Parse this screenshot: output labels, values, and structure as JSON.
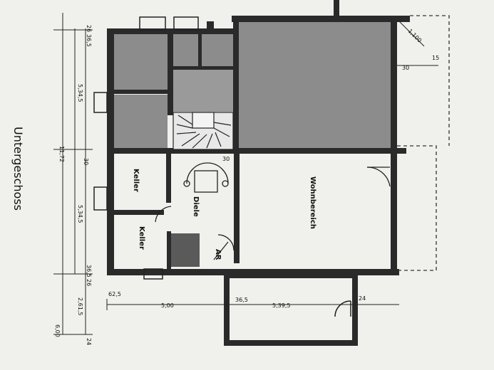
{
  "plan": {
    "title": "Untergeschoss",
    "rooms": {
      "keller_top": "Keller",
      "keller_bottom": "Keller",
      "diele": "Diele",
      "wohnbereich": "Wohnbereich",
      "ar": "AR"
    },
    "dimensions": {
      "d_26": "26",
      "d_36_5_top": "36,5",
      "d_5_34_5_a": "5,34,5",
      "d_11_72": "11,72",
      "d_30_left": "30",
      "d_5_34_5_b": "5,34,5",
      "d_36_5_bottom": "36,5",
      "d_26_b": "26",
      "d_2_61_5": "2,61,5",
      "d_6_00": "6,00",
      "d_24_left": "24",
      "d_62_5": "62,5",
      "d_5_00": "5,00",
      "d_36_5_mid": "36,5",
      "d_5_39_5": "5,39,5",
      "d_24_right": "24",
      "d_100": "1,100",
      "d_15": "15",
      "d_30_right": "30",
      "d_30_stair": "30"
    }
  }
}
